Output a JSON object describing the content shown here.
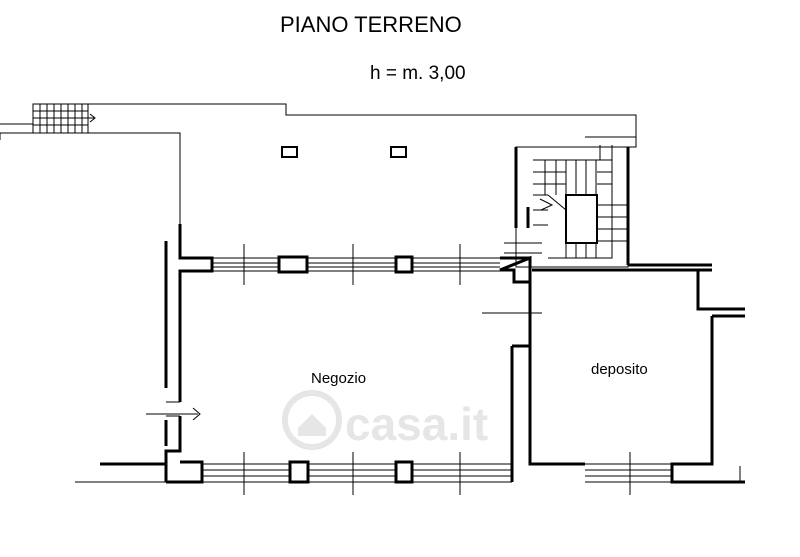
{
  "title": "PIANO TERRENO",
  "height_note": "h = m. 3,00",
  "rooms": {
    "negozio": "Negozio",
    "deposito": "deposito"
  },
  "watermark": "casa.it",
  "colors": {
    "line": "#000000",
    "background": "#ffffff",
    "watermark": "#e6e6e6"
  }
}
